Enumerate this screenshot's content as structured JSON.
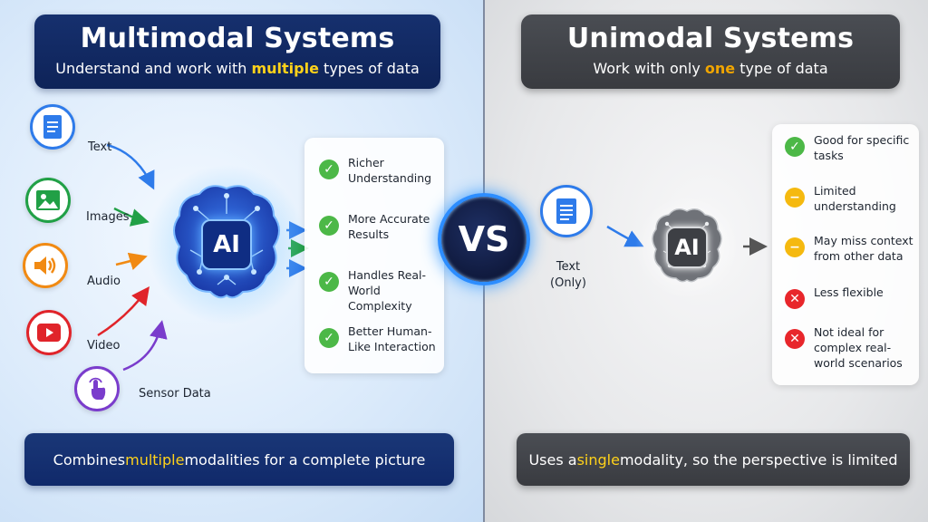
{
  "left": {
    "title": "Multimodal Systems",
    "subtitle": {
      "before": "Understand and work with ",
      "highlight": "multiple",
      "after": " types of data"
    },
    "inputs": [
      {
        "label": "Text",
        "icon": "document-icon",
        "color": "#2e7bea"
      },
      {
        "label": "Images",
        "icon": "image-icon",
        "color": "#21a046"
      },
      {
        "label": "Audio",
        "icon": "speaker-icon",
        "color": "#f18a13"
      },
      {
        "label": "Video",
        "icon": "play-icon",
        "color": "#e0242a"
      },
      {
        "label": "Sensor Data",
        "icon": "touch-icon",
        "color": "#7a3ccc"
      }
    ],
    "ai_label": "AI",
    "benefits": [
      "Richer Understanding",
      "More Accurate Results",
      "Handles Real-World Complexity",
      "Better Human-Like Interaction"
    ],
    "footer": {
      "before": "Combines ",
      "highlight": "multiple",
      "after": " modalities for a complete picture"
    }
  },
  "vs_label": "VS",
  "right": {
    "title": "Unimodal Systems",
    "subtitle": {
      "before": "Work with only ",
      "highlight": "one",
      "after": " type of data"
    },
    "input": {
      "label_line1": "Text",
      "label_line2": "(Only)",
      "icon": "document-icon",
      "color": "#2e7bea"
    },
    "ai_label": "AI",
    "traits": [
      {
        "text": "Good for specific tasks",
        "status": "check",
        "color": "#4cb847"
      },
      {
        "text": "Limited understanding",
        "status": "minus",
        "color": "#f5b90f"
      },
      {
        "text": "May miss context from other data",
        "status": "minus",
        "color": "#f5b90f"
      },
      {
        "text": "Less flexible",
        "status": "cross",
        "color": "#e8262b"
      },
      {
        "text": "Not ideal for complex real-world scenarios",
        "status": "cross",
        "color": "#e8262b"
      }
    ],
    "footer": {
      "before": "Uses a ",
      "highlight": "single",
      "after": " modality, so the perspective is limited"
    }
  },
  "colors": {
    "check": "#4cb847",
    "highlight": "#ffd21a",
    "navy": "#10296a",
    "charcoal": "#393b40",
    "vs_ring": "#2c8dff"
  }
}
